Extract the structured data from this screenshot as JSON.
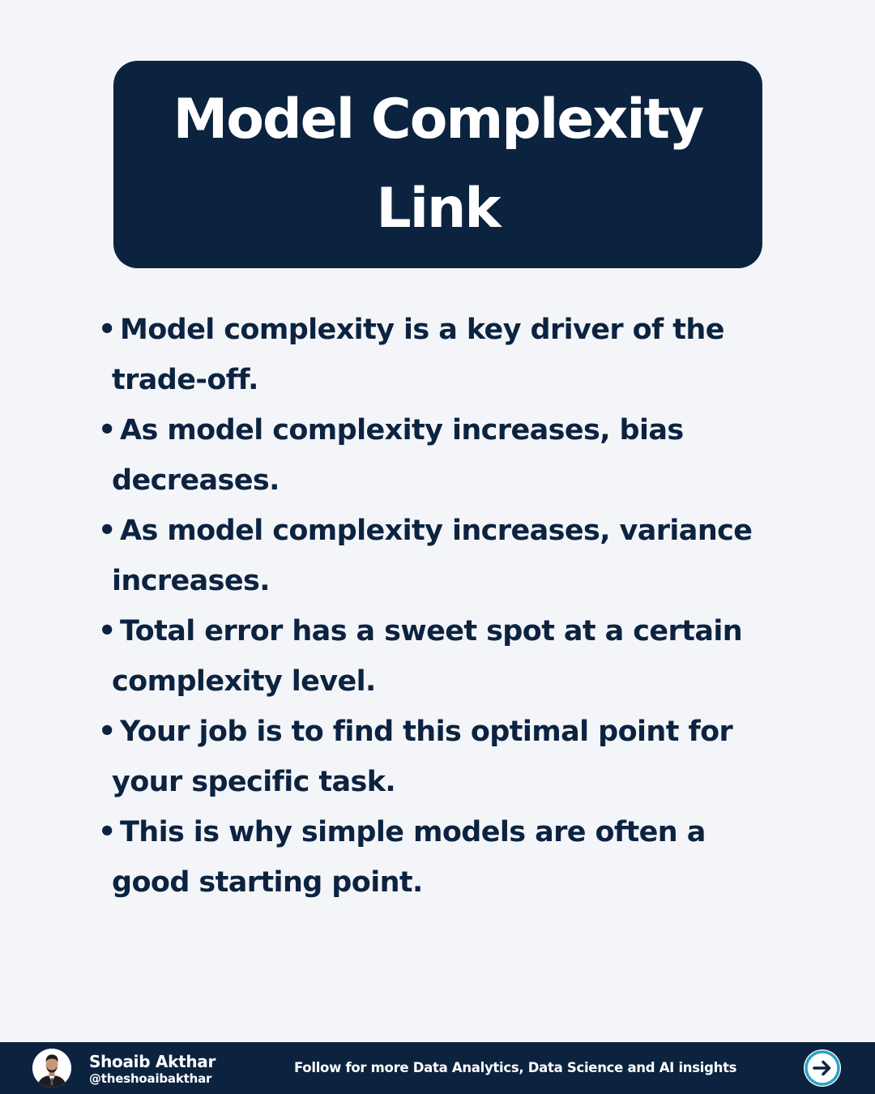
{
  "title": {
    "lines": [
      "Model Complexity",
      "Link"
    ]
  },
  "bullets": [
    {
      "marker": "•",
      "lines": [
        "Model complexity is a key driver of the",
        "trade-off."
      ]
    },
    {
      "marker": "•",
      "lines": [
        "As model complexity increases, bias",
        "decreases."
      ]
    },
    {
      "marker": "•",
      "lines": [
        "As model complexity increases, variance",
        "increases."
      ]
    },
    {
      "marker": "•",
      "lines": [
        "Total error has a sweet spot at a certain",
        "complexity level."
      ]
    },
    {
      "marker": "•",
      "lines": [
        "Your job is to find this optimal point for",
        "your specific task."
      ]
    },
    {
      "marker": "•",
      "lines": [
        "This is why simple models are often a",
        "good starting point."
      ]
    }
  ],
  "footer": {
    "author_name": "Shoaib Akthar",
    "author_handle": "@theshoaibakthar",
    "tagline": "Follow for more Data Analytics, Data Science and AI insights",
    "avatar_icon": "profile-photo",
    "next_icon": "arrow-right-circle-icon"
  },
  "colors": {
    "background": "#f4f5f9",
    "navy": "#0c2340",
    "accent": "#2aa3c7",
    "white": "#ffffff"
  }
}
